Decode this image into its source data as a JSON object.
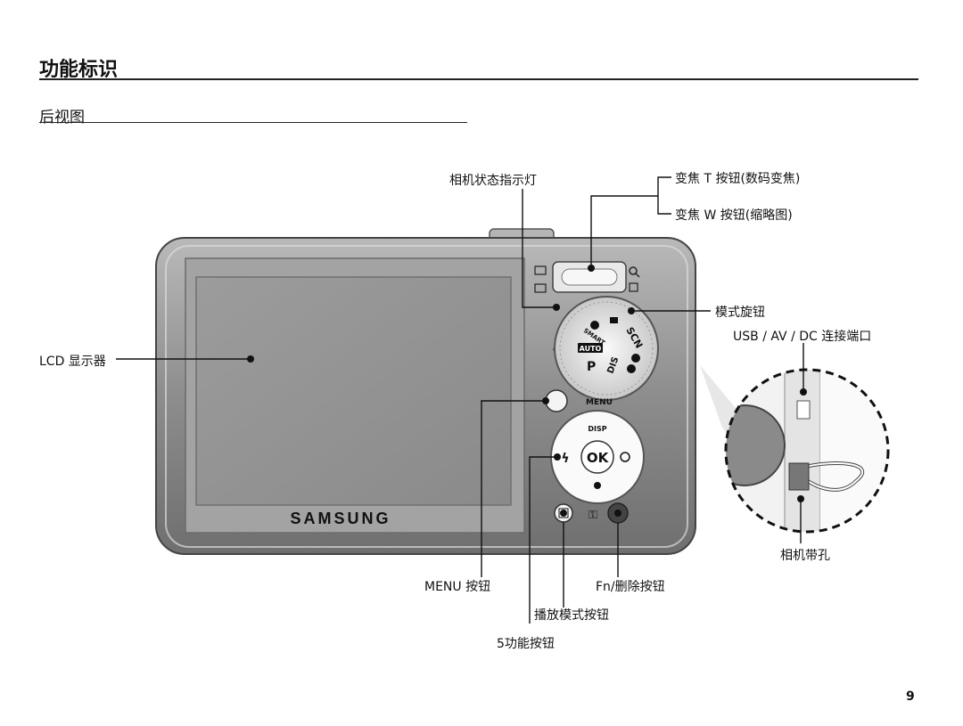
{
  "heading": "功能标识",
  "subheading": "后视图",
  "labels": {
    "status_lamp": "相机状态指示灯",
    "zoom_t": "变焦 T 按钮(数码变焦)",
    "zoom_w": "变焦 W 按钮(缩略图)",
    "mode_dial": "模式旋钮",
    "usb_port": "USB / AV / DC 连接端口",
    "lcd": "LCD 显示器",
    "strap": "相机带孔",
    "menu_button": "MENU 按钮",
    "fn_delete": "Fn/删除按钮",
    "play_button": "播放模式按钮",
    "five_function": "5功能按钮"
  },
  "camera": {
    "brand": "SAMSUNG",
    "menu_text": "MENU",
    "disp_text": "DISP",
    "ok_text": "OK",
    "dial_auto": "AUTO",
    "dial_p": "P",
    "dial_scn": "SCN",
    "dial_dis": "DIS",
    "dial_smart": "SMART"
  },
  "page_number": "9"
}
